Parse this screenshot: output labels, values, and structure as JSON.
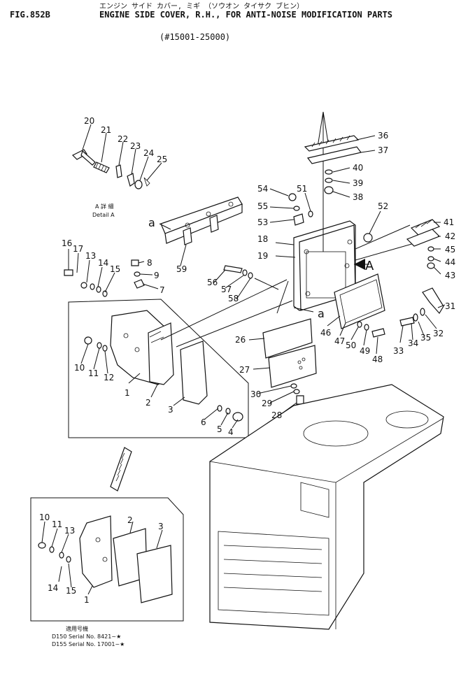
{
  "header": {
    "fig": "FIG.852B",
    "japanese": "エンジン サイド カバー, ミギ （ソウオン タイサク ブヒン）",
    "title": "ENGINE SIDE COVER, R.H., FOR ANTI-NOISE MODIFICATION PARTS",
    "range": "(#15001-25000)"
  },
  "detail": {
    "jp": "A 詳 細",
    "label": "Detail A",
    "marker_a": "a",
    "marker_A": "A"
  },
  "parts": [
    "1",
    "2",
    "3",
    "4",
    "5",
    "6",
    "7",
    "8",
    "9",
    "10",
    "11",
    "12",
    "13",
    "14",
    "15",
    "16",
    "17",
    "18",
    "19",
    "20",
    "21",
    "22",
    "23",
    "24",
    "25",
    "26",
    "27",
    "28",
    "29",
    "30",
    "31",
    "32",
    "33",
    "34",
    "35",
    "36",
    "37",
    "38",
    "39",
    "40",
    "41",
    "42",
    "43",
    "44",
    "45",
    "46",
    "47",
    "48",
    "49",
    "50",
    "51",
    "52",
    "53",
    "54",
    "55",
    "56",
    "57",
    "58",
    "59"
  ],
  "inset": {
    "labels": [
      "10",
      "11",
      "13",
      "14",
      "15",
      "1",
      "2",
      "3"
    ],
    "note_jp": "適用号機",
    "models": [
      {
        "model": "D150",
        "serial": "Serial No. 8421~★"
      },
      {
        "model": "D155",
        "serial": "Serial No. 17001~★"
      }
    ]
  }
}
